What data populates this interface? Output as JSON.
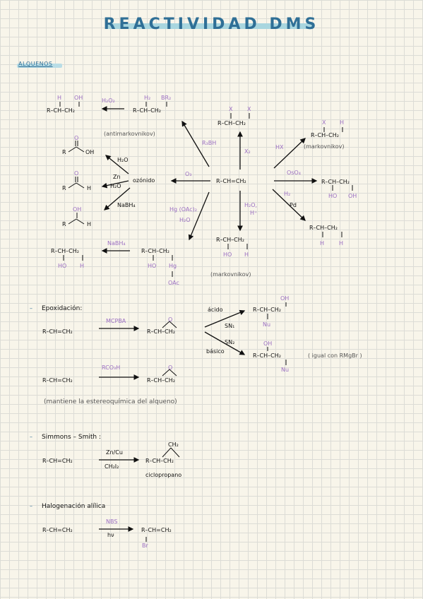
{
  "title": "REACTIVIDAD DMS",
  "section": "ALQUENOS",
  "diagram": {
    "center": "R–CH=CH₂",
    "top_left_1": "R–CH–CH₂",
    "top_left_2": "R–CH–CH₂",
    "h1": "H",
    "oh1": "OH",
    "h2": "H₂",
    "br2": "BR₂",
    "h2o2": "H₂O₂",
    "antimark": "(antimarkovnikov)",
    "r3bh": "R₃BH",
    "x2": "X₂",
    "x2_prod": "R–CH–CH₂",
    "x2_x1": "X",
    "x2_x2": "X",
    "hx": "HX",
    "hx_prod": "R–CH–CH₂",
    "hx_x": "X",
    "hx_h": "H",
    "mark1": "(markovnikov)",
    "oso4": "OsO₄",
    "oso4_prod": "R–CH–CH₂",
    "oso4_ho": "HO",
    "oso4_oh": "OH",
    "pd": "Pd",
    "h2_prod": "R–CH–CH₂",
    "h2_h1": "H",
    "h2_h2": "H",
    "o3": "O₃",
    "ozonido": "ozónido",
    "h2o_o": "H₂O",
    "zn": "Zn",
    "h2o_z": "H₂O",
    "nabh4_o": "NaBH₄",
    "acid_r": "R",
    "acid_o": "O",
    "acid_oh": "OH",
    "ald_r": "R",
    "ald_o": "O",
    "ald_h": "H",
    "alc_r": "R",
    "alc_oh": "OH",
    "alc_h": "H",
    "h2o_h": "H₂O,",
    "h_plus": "H⁺",
    "hydr_prod": "R–CH–CH₂",
    "hydr_ho": "HO",
    "hydr_h": "H",
    "mark2": "(markovnikov)",
    "hgoac": "Hg (OAc)₂",
    "h2o_hg": "H₂O",
    "hg_prod": "R–CH–CH₂",
    "hg_ho": "HO",
    "hg_hg": "Hg",
    "hg_oac": "OAc",
    "nabh4_hg": "NaBH₄",
    "red_prod": "R–CH–CH₂",
    "red_ho": "HO",
    "red_h": "H"
  },
  "epox": {
    "label": "Epoxidación:",
    "reactant": "R–CH=CH₂",
    "mcpba": "MCPBA",
    "epoxide": "R–CH–CH₂",
    "o": "O",
    "acido": "ácido",
    "sn1": "SN₁",
    "sn2": "SN₂",
    "basico": "básico",
    "p1": "R–CH–CH₂",
    "p1_oh": "OH",
    "p1_nu": "Nu",
    "p2": "R–CH–CH₂",
    "p2_oh": "OH",
    "p2_nu": "Nu",
    "note": "( igual con RMgBr )",
    "reactant2": "R–CH=CH₂",
    "rco3h": "RCO₃H",
    "epoxide2": "R–CH–CH₂",
    "o2": "O",
    "note2": "(mantiene la estereoquímica del alqueno)"
  },
  "simmons": {
    "label": "Simmons – Smith :",
    "reactant": "R–CH=CH₂",
    "zncu": "Zn/Cu",
    "ch2i2": "CH₂I₂",
    "ch2": "CH₂",
    "prod": "R–CH–CH₂",
    "name": "ciclopropano"
  },
  "halo": {
    "label": "Halogenación alílica",
    "reactant": "R–CH=CH₂",
    "nbs": "NBS",
    "hv": "hν",
    "prod": "R–CH=CH₂",
    "br": "Br"
  }
}
